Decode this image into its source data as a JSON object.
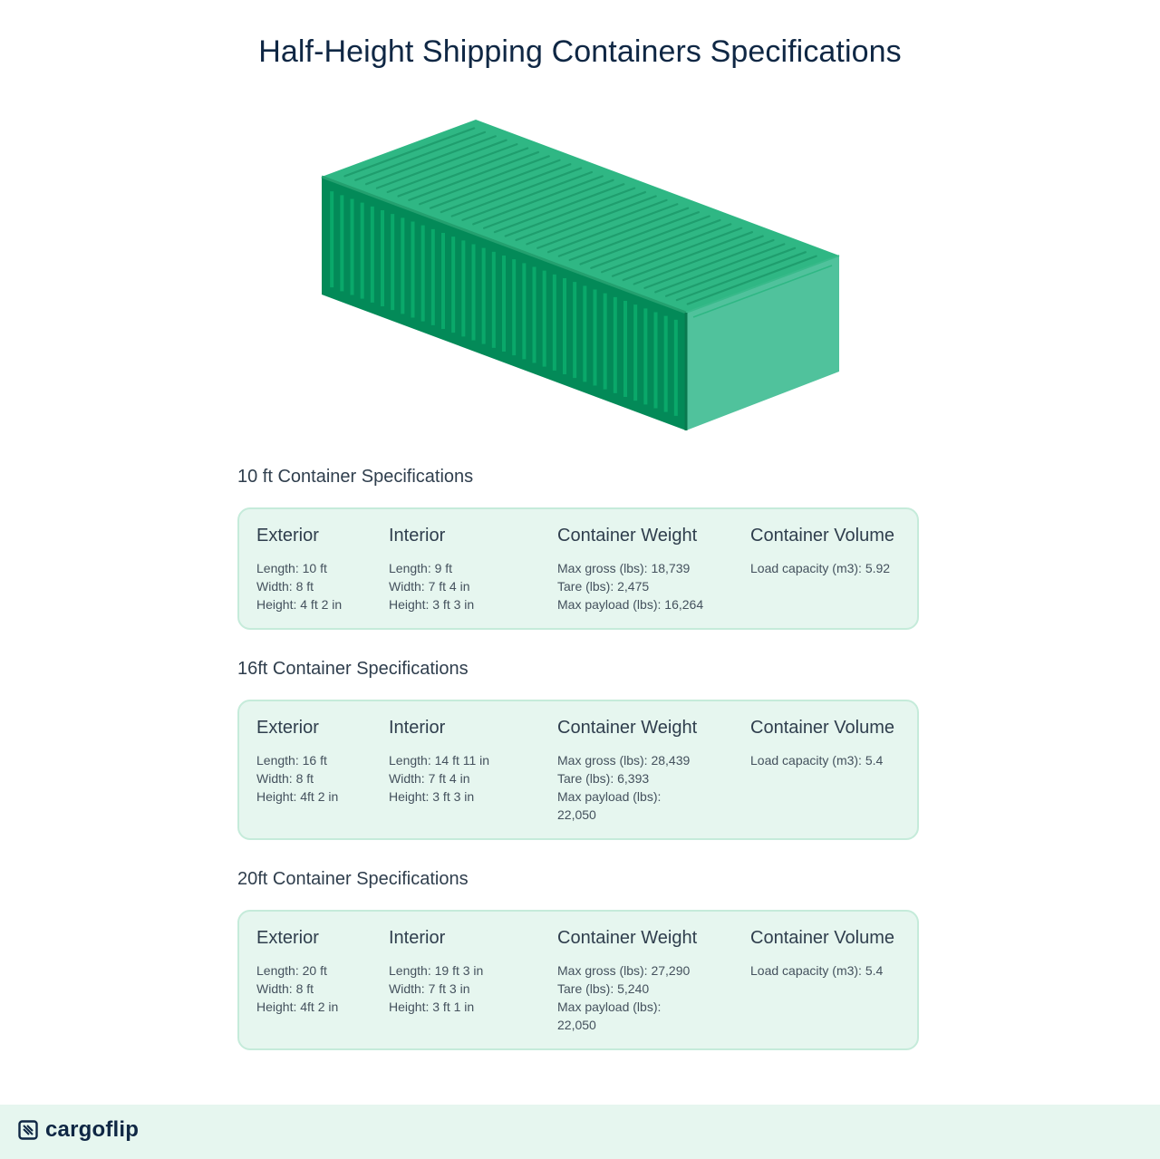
{
  "title": "Half-Height Shipping Containers Specifications",
  "colors": {
    "title_text": "#0f2744",
    "body_text": "#2f3e4d",
    "card_background": "#e6f6ef",
    "card_border": "#c5ebda",
    "container_top": "#2fb784",
    "container_side": "#038a58",
    "container_end": "#50c29c",
    "footer_background": "#e6f6ef"
  },
  "sections": [
    {
      "heading": "10 ft Container Specifications",
      "exterior": {
        "title": "Exterior",
        "lines": [
          {
            "label": "Length:",
            "value": "10 ft"
          },
          {
            "label": "Width:",
            "value": "8 ft"
          },
          {
            "label": "Height:",
            "value": "4 ft 2 in"
          }
        ]
      },
      "interior": {
        "title": "Interior",
        "lines": [
          {
            "label": "Length:",
            "value": "9 ft"
          },
          {
            "label": "Width:",
            "value": "7 ft 4 in"
          },
          {
            "label": "Height:",
            "value": "3 ft 3 in"
          }
        ]
      },
      "weight": {
        "title": "Container Weight",
        "lines": [
          {
            "label": "Max gross (lbs):",
            "value": "18,739"
          },
          {
            "label": "Tare (lbs):",
            "value": "2,475"
          },
          {
            "label": "Max payload (lbs):",
            "value": "16,264"
          }
        ]
      },
      "volume": {
        "title": "Container Volume",
        "lines": [
          {
            "label": "Load capacity (m3):",
            "value": "5.92"
          }
        ]
      }
    },
    {
      "heading": "16ft Container Specifications",
      "exterior": {
        "title": "Exterior",
        "lines": [
          {
            "label": "Length:",
            "value": "16 ft"
          },
          {
            "label": "Width:",
            "value": "8 ft"
          },
          {
            "label": "Height:",
            "value": "4ft 2 in"
          }
        ]
      },
      "interior": {
        "title": "Interior",
        "lines": [
          {
            "label": "Length:",
            "value": "14 ft 11 in"
          },
          {
            "label": "Width:",
            "value": "7 ft 4 in"
          },
          {
            "label": "Height:",
            "value": "3 ft 3 in"
          }
        ]
      },
      "weight": {
        "title": "Container Weight",
        "lines": [
          {
            "label": "Max gross (lbs):",
            "value": "28,439"
          },
          {
            "label": "Tare (lbs):",
            "value": "6,393"
          },
          {
            "label": "Max payload (lbs):",
            "value": "22,050"
          }
        ]
      },
      "volume": {
        "title": "Container Volume",
        "lines": [
          {
            "label": "Load capacity (m3):",
            "value": "5.4"
          }
        ]
      }
    },
    {
      "heading": "20ft Container Specifications",
      "exterior": {
        "title": "Exterior",
        "lines": [
          {
            "label": "Length:",
            "value": "20 ft"
          },
          {
            "label": "Width:",
            "value": "8 ft"
          },
          {
            "label": "Height:",
            "value": "4ft 2 in"
          }
        ]
      },
      "interior": {
        "title": "Interior",
        "lines": [
          {
            "label": "Length:",
            "value": "19 ft 3 in"
          },
          {
            "label": "Width:",
            "value": "7 ft 3 in"
          },
          {
            "label": "Height:",
            "value": "3 ft 1 in"
          }
        ]
      },
      "weight": {
        "title": "Container Weight",
        "lines": [
          {
            "label": "Max gross (lbs):",
            "value": "27,290"
          },
          {
            "label": "Tare (lbs):",
            "value": "5,240"
          },
          {
            "label": "Max payload (lbs):",
            "value": "22,050"
          }
        ]
      },
      "volume": {
        "title": "Container Volume",
        "lines": [
          {
            "label": "Load capacity (m3):",
            "value": "5.4"
          }
        ]
      }
    }
  ],
  "footer": {
    "brand": "cargoflip",
    "brand_icon": "cargoflip-logo-icon"
  }
}
